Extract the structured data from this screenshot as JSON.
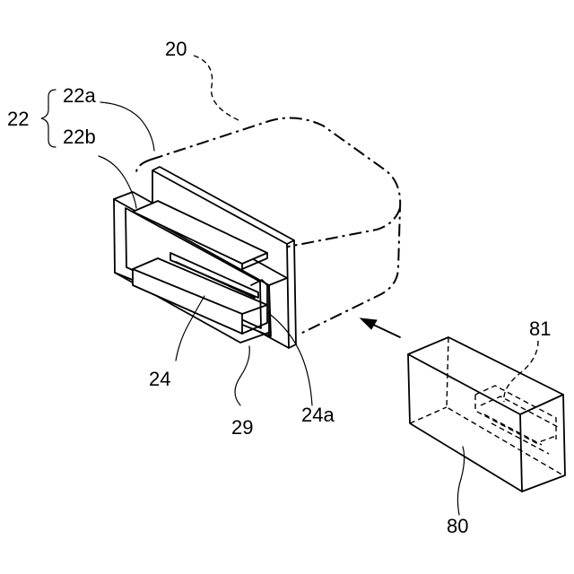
{
  "labels": {
    "l20": "20",
    "l22": "22",
    "l22a": "22a",
    "l22b": "22b",
    "l24": "24",
    "l24a": "24a",
    "l29": "29",
    "l80": "80",
    "l81": "81"
  }
}
